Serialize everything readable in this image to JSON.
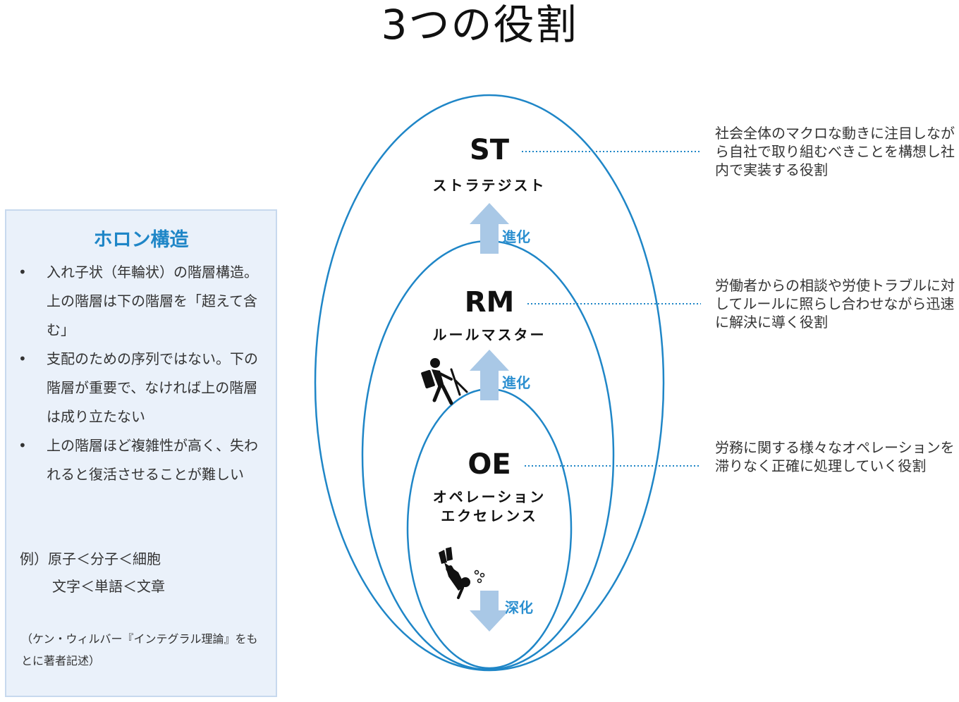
{
  "title": "3つの役割",
  "holon": {
    "title": "ホロン構造",
    "bullets": [
      "入れ子状（年輪状）の階層構造。上の階層は下の階層を「超えて含む」",
      "支配のための序列ではない。下の階層が重要で、なければ上の階層は成り立たない",
      "上の階層ほど複雑性が高く、失われると復活させることが難しい"
    ],
    "example_line1": "例）原子＜分子＜細胞",
    "example_line2": "文字＜単語＜文章",
    "citation": "（ケン・ウィルバー『インテグラル理論』をもとに著者記述）"
  },
  "roles": {
    "st": {
      "code": "ST",
      "name": "ストラテジスト",
      "description": "社会全体のマクロな動きに注目しながら自社で取り組むべきことを構想し社内で実装する役割"
    },
    "rm": {
      "code": "RM",
      "name": "ルールマスター",
      "description": "労働者からの相談や労使トラブルに対してルールに照らし合わせながら迅速に解決に導く役割"
    },
    "oe": {
      "code": "OE",
      "name_line1": "オペレーション",
      "name_line2": "エクセレンス",
      "description": "労務に関する様々なオペレーションを滞りなく正確に処理していく役割"
    }
  },
  "arrows": {
    "upper_label": "進化",
    "middle_label": "進化",
    "lower_label": "深化"
  },
  "colors": {
    "ellipse": "#1f86c7",
    "arrow": "#a9c8e6",
    "accent": "#1f86c7",
    "panel_bg": "#eaf1fa"
  },
  "icons": [
    "hiker-icon",
    "diver-icon"
  ]
}
